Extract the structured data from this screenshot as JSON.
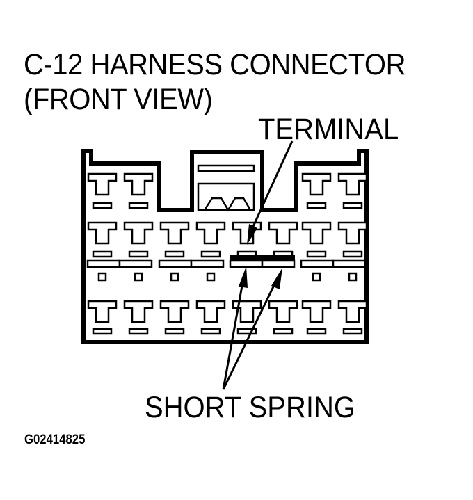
{
  "diagram": {
    "title_line1": "C-12 HARNESS CONNECTOR",
    "title_line2": "(FRONT VIEW)",
    "callouts": {
      "terminal": "TERMINAL",
      "short_spring": "SHORT SPRING"
    },
    "figure_id": "G02414825",
    "connector": {
      "name": "C-12",
      "view": "front",
      "top_row_terminals": 4,
      "middle_row_terminals": 8,
      "bottom_row_terminals": 8,
      "spring_bars": 8,
      "highlighted_short_spring_positions": [
        5,
        6
      ]
    },
    "colors": {
      "line": "#000000",
      "background": "#ffffff"
    }
  }
}
